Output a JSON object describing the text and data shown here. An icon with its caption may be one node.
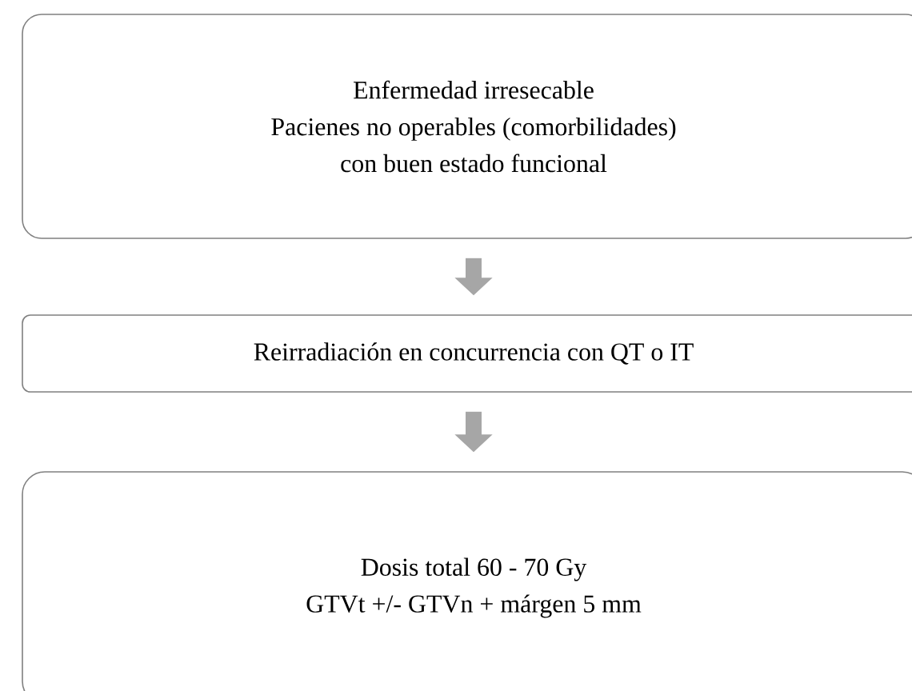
{
  "diagram": {
    "nodes": [
      {
        "text": [
          "Enfermedad irresecable",
          "Pacienes no operables (comorbilidades)",
          "con buen estado funcional"
        ]
      },
      {
        "text": [
          "Reirradiación en concurrencia con QT o IT"
        ]
      },
      {
        "text": [
          "Dosis total 60 - 70 Gy",
          "GTVt +/- GTVn + márgen 5 mm"
        ]
      }
    ],
    "edges": [
      {
        "from": 0,
        "to": 1,
        "arrow": "to"
      },
      {
        "from": 1,
        "to": 2,
        "arrow": "to"
      }
    ]
  }
}
